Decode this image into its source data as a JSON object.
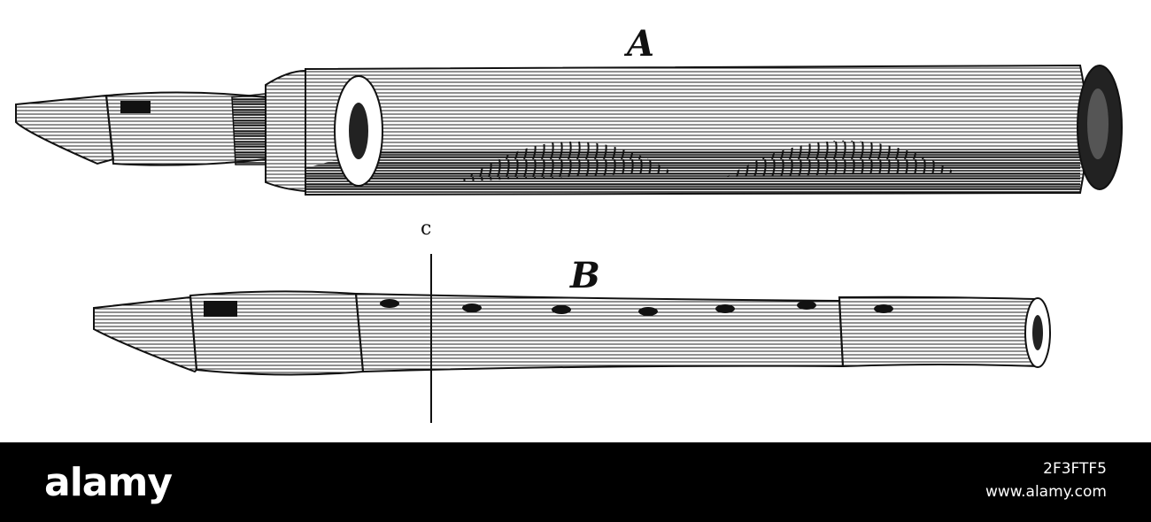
{
  "figure": {
    "label_a": "A",
    "label_b": "B",
    "label_c": "c"
  },
  "watermark": {
    "logo": "alamy",
    "image_id": "2F3FTF5",
    "site_url": "www.alamy.com"
  },
  "colors": {
    "ink": "#111111",
    "paper": "#ffffff",
    "footer_bg": "#000000",
    "footer_text": "#ffffff"
  }
}
